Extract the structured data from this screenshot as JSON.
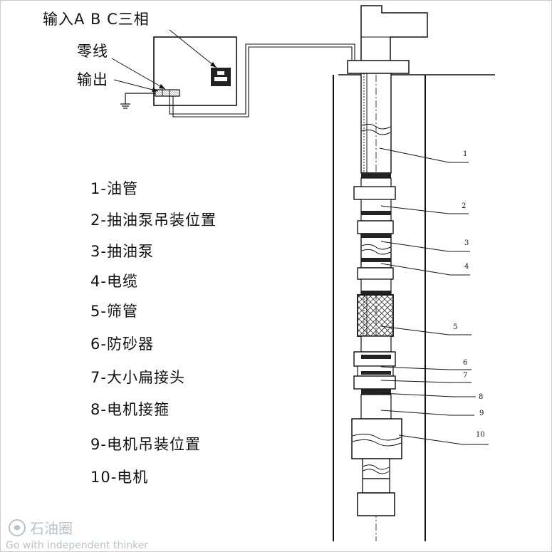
{
  "top_labels": {
    "input": "输入A B C三相",
    "neutral": "零线",
    "output": "输出"
  },
  "legend": [
    "1-油管",
    "2-抽油泵吊装位置",
    "3-抽油泵",
    "4-电缆",
    "5-筛管",
    "6-防砂器",
    "7-大小扁接头",
    "8-电机接箍",
    "9-电机吊装位置",
    "10-电机"
  ],
  "callout_numbers": [
    "1",
    "2",
    "3",
    "4",
    "5",
    "6",
    "7",
    "8",
    "9",
    "10"
  ],
  "watermark": {
    "brand": "石油圈",
    "slogan": "Go with independent thinker"
  }
}
